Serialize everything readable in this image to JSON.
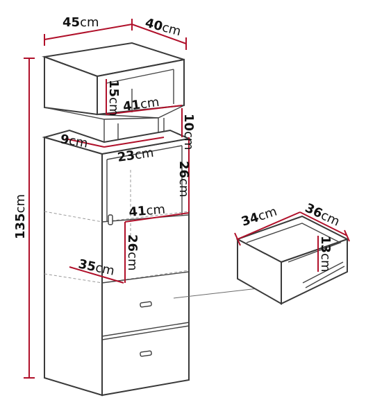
{
  "labels": {
    "width_num": "45",
    "width_unit": "cm",
    "depth_num": "40",
    "depth_unit": "cm",
    "height_num": "135",
    "height_unit": "cm",
    "top_niche_height_num": "15",
    "top_niche_height_unit": "cm",
    "top_niche_width_num": "41",
    "top_niche_width_unit": "cm",
    "gap_height_num": "10",
    "gap_height_unit": "cm",
    "gap_depth_num": "9",
    "gap_depth_unit": "cm",
    "gap_width_num": "23",
    "gap_width_unit": "cm",
    "upper_shelf_height_num": "26",
    "upper_shelf_height_unit": "cm",
    "shelf_width_num": "41",
    "shelf_width_unit": "cm",
    "lower_shelf_height_num": "26",
    "lower_shelf_height_unit": "cm",
    "shelf_depth_num": "35",
    "shelf_depth_unit": "cm",
    "drawer_width_num": "34",
    "drawer_width_unit": "cm",
    "drawer_depth_num": "36",
    "drawer_depth_unit": "cm",
    "drawer_height_num": "13",
    "drawer_height_unit": "cm"
  },
  "colors": {
    "dimension_line": "#b0102a",
    "outline": "#3a3a3a"
  }
}
